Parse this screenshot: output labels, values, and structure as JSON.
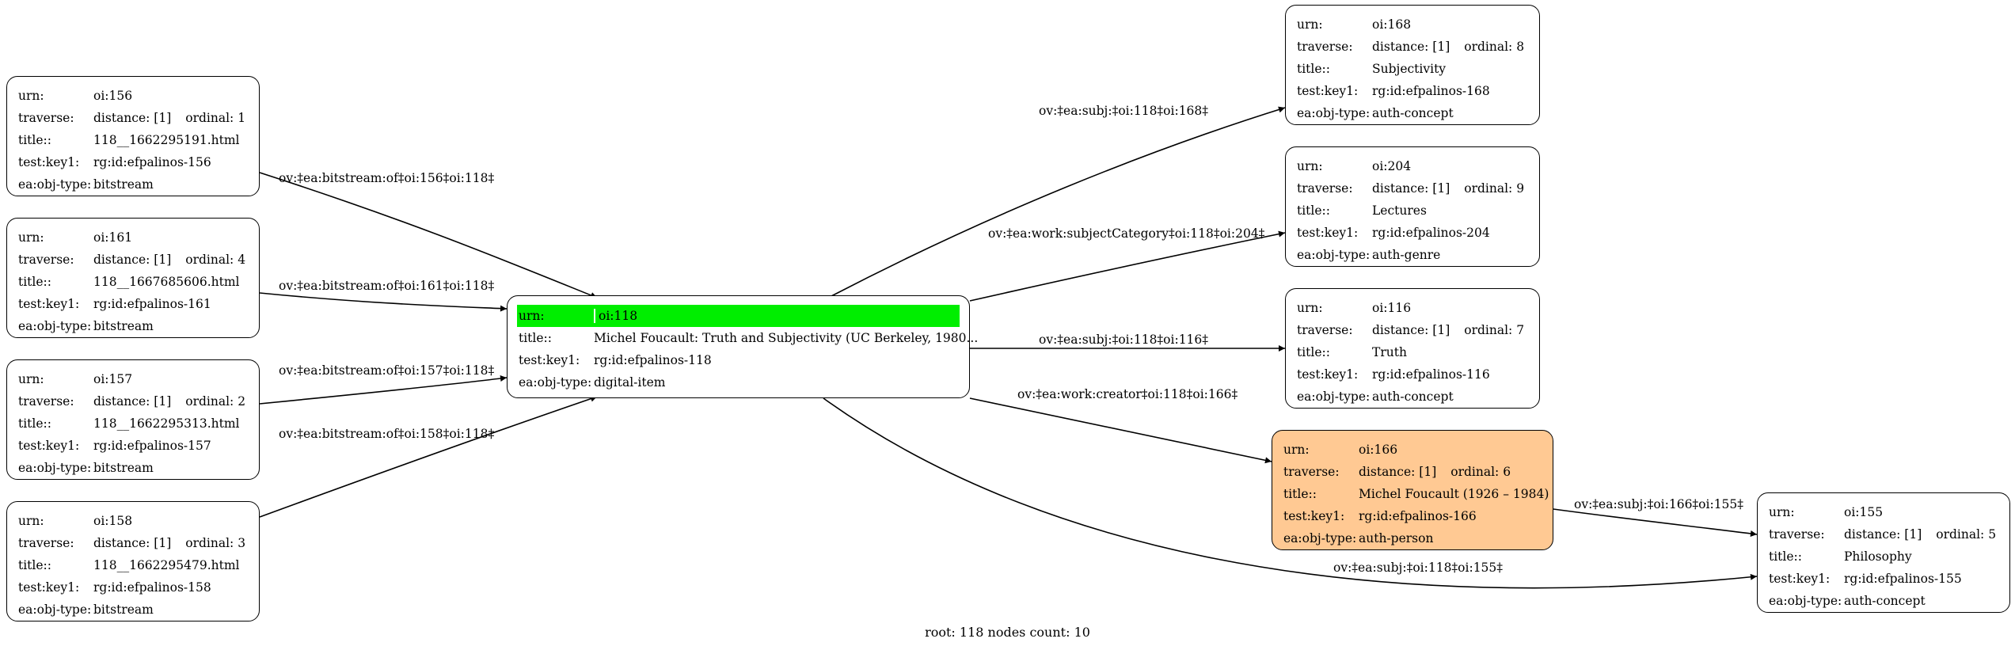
{
  "nodes": [
    {
      "id": "n156",
      "urn": "oi:156",
      "distance": "distance: [1]",
      "ordinal": "ordinal: 1",
      "title": "118__1662295191.html",
      "key": "rg:id:efpalinos-156",
      "type": "bitstream"
    },
    {
      "id": "n161",
      "urn": "oi:161",
      "distance": "distance: [1]",
      "ordinal": "ordinal: 4",
      "title": "118__1667685606.html",
      "key": "rg:id:efpalinos-161",
      "type": "bitstream"
    },
    {
      "id": "n157",
      "urn": "oi:157",
      "distance": "distance: [1]",
      "ordinal": "ordinal: 2",
      "title": "118__1662295313.html",
      "key": "rg:id:efpalinos-157",
      "type": "bitstream"
    },
    {
      "id": "n158",
      "urn": "oi:158",
      "distance": "distance: [1]",
      "ordinal": "ordinal: 3",
      "title": "118__1662295479.html",
      "key": "rg:id:efpalinos-158",
      "type": "bitstream"
    },
    {
      "id": "n118",
      "urn": "oi:118",
      "title": "Michel Foucault: Truth and Subjectivity (UC Berkeley, 1980...",
      "key": "rg:id:efpalinos-118",
      "type": "digital-item"
    },
    {
      "id": "n168",
      "urn": "oi:168",
      "distance": "distance: [1]",
      "ordinal": "ordinal: 8",
      "title": "Subjectivity",
      "key": "rg:id:efpalinos-168",
      "type": "auth-concept"
    },
    {
      "id": "n204",
      "urn": "oi:204",
      "distance": "distance: [1]",
      "ordinal": "ordinal: 9",
      "title": "Lectures",
      "key": "rg:id:efpalinos-204",
      "type": "auth-genre"
    },
    {
      "id": "n116",
      "urn": "oi:116",
      "distance": "distance: [1]",
      "ordinal": "ordinal: 7",
      "title": "Truth",
      "key": "rg:id:efpalinos-116",
      "type": "auth-concept"
    },
    {
      "id": "n166",
      "urn": "oi:166",
      "distance": "distance: [1]",
      "ordinal": "ordinal: 6",
      "title": "Michel Foucault (1926 – 1984)",
      "key": "rg:id:efpalinos-166",
      "type": "auth-person"
    },
    {
      "id": "n155",
      "urn": "oi:155",
      "distance": "distance: [1]",
      "ordinal": "ordinal: 5",
      "title": "Philosophy",
      "key": "rg:id:efpalinos-155",
      "type": "auth-concept"
    }
  ],
  "field_labels": {
    "urn": "urn:",
    "traverse": "traverse:",
    "title": "title::",
    "key": "test:key1:",
    "type": "ea:obj-type:"
  },
  "edges": [
    {
      "from": "n156",
      "to": "n118",
      "label": "ov:‡ea:bitstream:of‡oi:156‡oi:118‡"
    },
    {
      "from": "n161",
      "to": "n118",
      "label": "ov:‡ea:bitstream:of‡oi:161‡oi:118‡"
    },
    {
      "from": "n157",
      "to": "n118",
      "label": "ov:‡ea:bitstream:of‡oi:157‡oi:118‡"
    },
    {
      "from": "n158",
      "to": "n118",
      "label": "ov:‡ea:bitstream:of‡oi:158‡oi:118‡"
    },
    {
      "from": "n118",
      "to": "n168",
      "label": "ov:‡ea:subj:‡oi:118‡oi:168‡"
    },
    {
      "from": "n118",
      "to": "n204",
      "label": "ov:‡ea:work:subjectCategory‡oi:118‡oi:204‡"
    },
    {
      "from": "n118",
      "to": "n116",
      "label": "ov:‡ea:subj:‡oi:118‡oi:116‡"
    },
    {
      "from": "n118",
      "to": "n166",
      "label": "ov:‡ea:work:creator‡oi:118‡oi:166‡"
    },
    {
      "from": "n166",
      "to": "n155",
      "label": "ov:‡ea:subj:‡oi:166‡oi:155‡"
    },
    {
      "from": "n118",
      "to": "n155",
      "label": "ov:‡ea:subj:‡oi:118‡oi:155‡"
    }
  ],
  "footer": "root: 118 nodes count: 10",
  "colors": {
    "root_highlight": "#00ee00",
    "person_fill": "#ffc993",
    "stroke": "#000000"
  }
}
